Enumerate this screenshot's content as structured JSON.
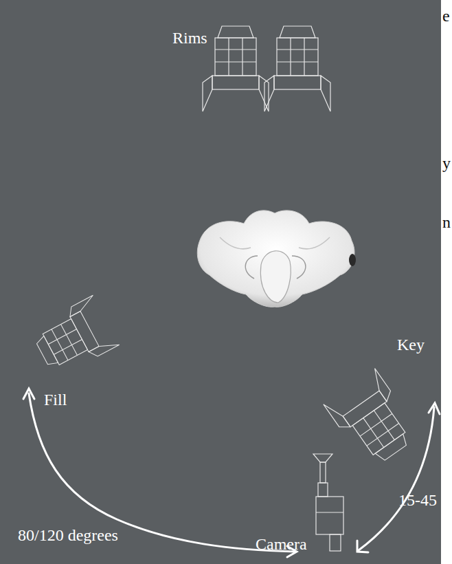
{
  "diagram": {
    "labels": [
      "Rims",
      "Key",
      "Fill",
      "Camera",
      "80/120 degrees",
      "15-45",
      "e",
      "y",
      "n"
    ]
  }
}
